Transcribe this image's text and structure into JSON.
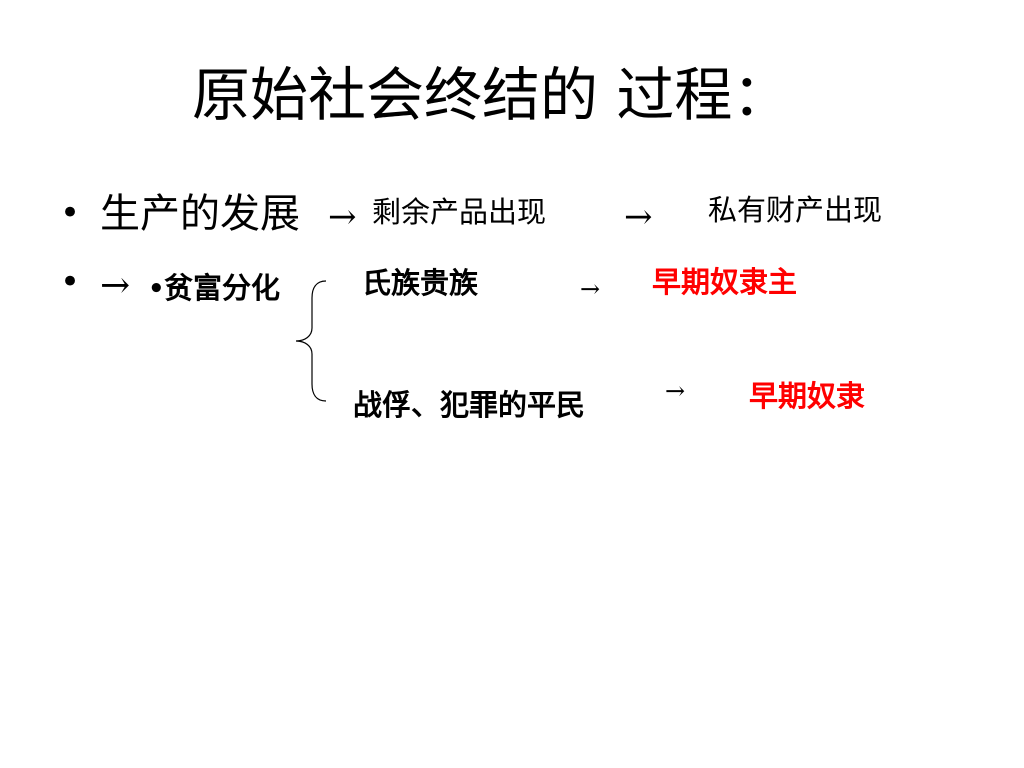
{
  "title": "原始社会终结的 过程：",
  "bullets": [
    {
      "marker": "•",
      "lead": "生产的发展",
      "arrow1": "→",
      "item1": "剩余产品出现",
      "arrow2": "→",
      "item2": "私有财产出现"
    },
    {
      "marker": "•",
      "arrow": "→",
      "sub_marker": "•",
      "label": "贫富分化"
    }
  ],
  "branches": [
    {
      "origin": "氏族贵族",
      "arrow": "→",
      "result": "早期奴隶主"
    },
    {
      "origin": "战俘、犯罪的平民",
      "arrow": "→",
      "result": "早期奴隶"
    }
  ],
  "colors": {
    "text": "#000000",
    "highlight": "#ff0000",
    "background": "#ffffff"
  },
  "icons": {
    "brace": "left-curly-brace"
  }
}
